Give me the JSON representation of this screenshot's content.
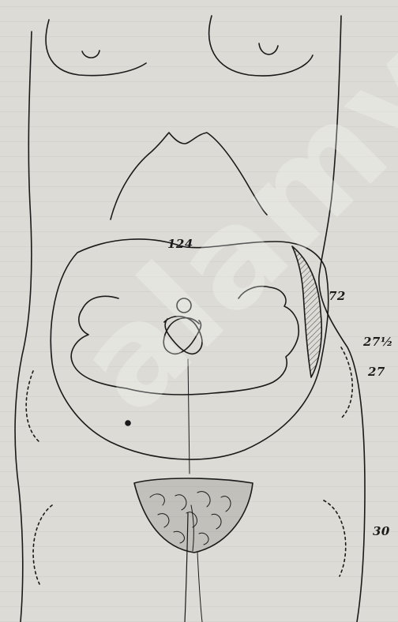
{
  "figure": {
    "labels": {
      "measure_top": "124",
      "measure_right_upper": "72",
      "measure_right_mid": "27½",
      "measure_right_low": "27",
      "measure_right_bottom": "30"
    },
    "watermark": "alamy"
  },
  "colors": {
    "paper": "#dcdbd5",
    "ink": "#1a1a1a"
  }
}
